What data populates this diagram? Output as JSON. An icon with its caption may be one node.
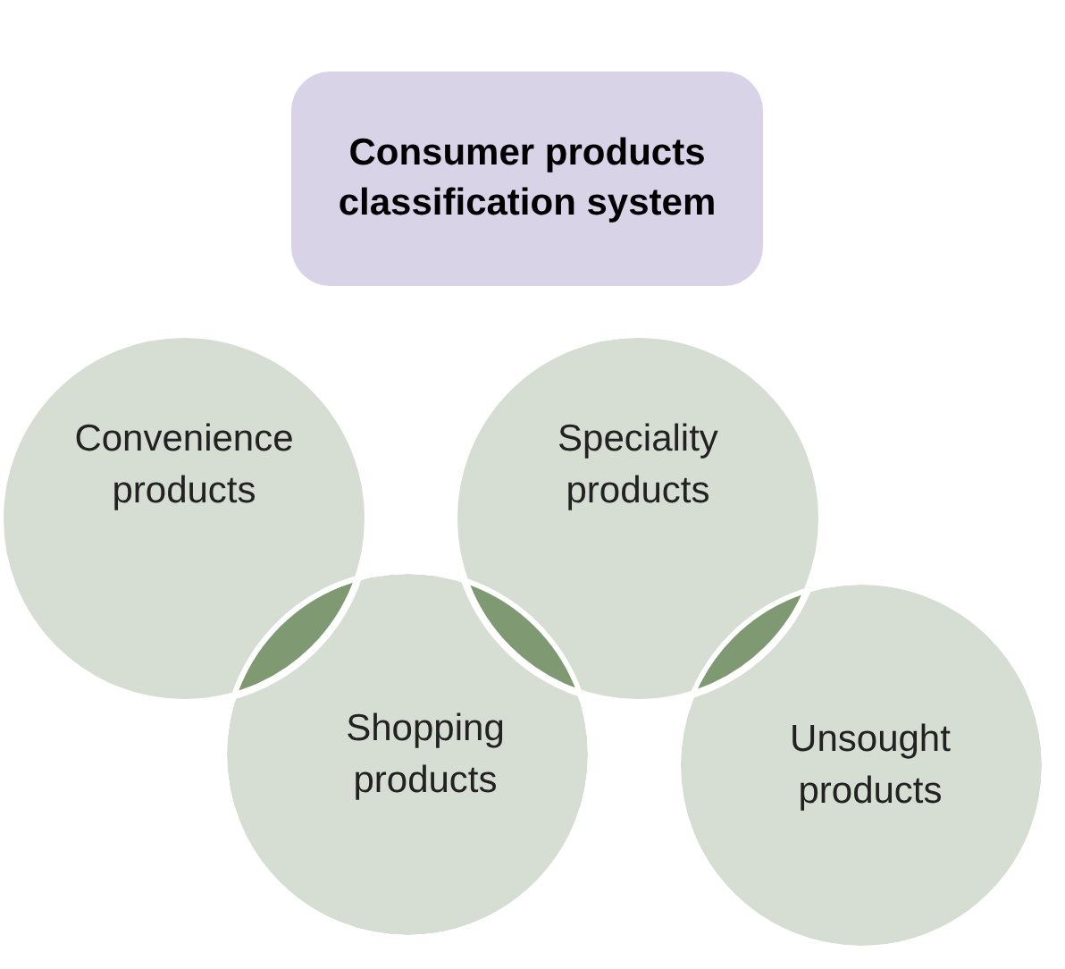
{
  "diagram": {
    "nodes": [
      {
        "text": [
          "Consumer products classification system"
        ]
      },
      {
        "text": [
          "Convenience products"
        ]
      },
      {
        "text": [
          "Speciality products"
        ]
      },
      {
        "text": [
          "Shopping products"
        ]
      },
      {
        "text": [
          "Unsought products"
        ]
      }
    ]
  }
}
